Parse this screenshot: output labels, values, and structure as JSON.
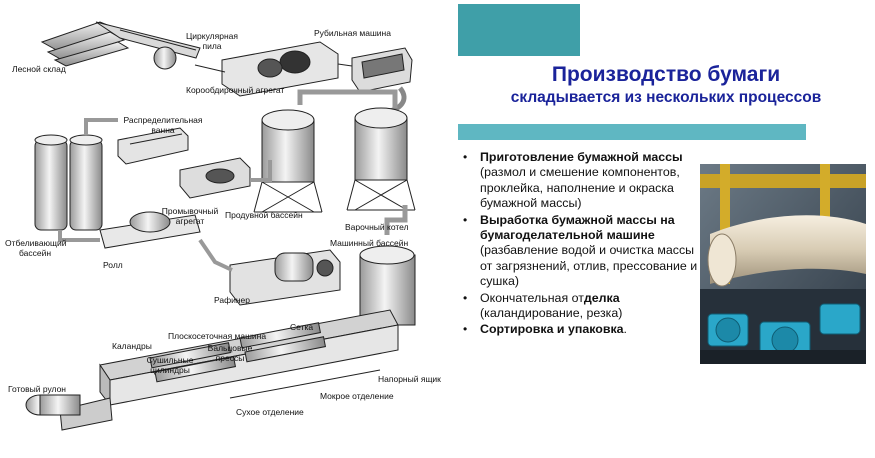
{
  "title": {
    "line1": "Производство бумаги",
    "line2": "складывается из нескольких процессов"
  },
  "steps": [
    {
      "bold": "Приготовление бумажной массы",
      "text": " (размол и смешение компонентов, проклейка, наполнение и окраска бумажной массы)"
    },
    {
      "bold": "Выработка бумажной массы на бумагоделательной машине",
      "text": " (разбавление водой и очистка массы от загрязнений, отлив, прессование и сушка)"
    },
    {
      "bold": "",
      "text": "Окончательная от",
      "bold2": "делка",
      "text2": " (каландирование, резка)"
    },
    {
      "bold": "Сортировка и упаковка",
      "text": "."
    }
  ],
  "diagram_labels": {
    "les_sklad": "Лесной склад",
    "pila": "Циркулярная пила",
    "korooboir": "Корообдирочный агрегат",
    "rubilnaya": "Рубильная машина",
    "raspr_vanna": "Распределительная ванна",
    "otbel": "Отбеливающий бассейн",
    "promyv": "Промывочный агрегат",
    "produv": "Продувной бассейн",
    "varochny": "Варочный котел",
    "roll": "Ролл",
    "mash_bass": "Машинный бассейн",
    "rafiner": "Рафинер",
    "ploskoset": "Плоскосеточная машина",
    "kalandry": "Каландры",
    "vals_pressy": "Вальцовые прессы",
    "setka": "Сетка",
    "sush_cil": "Сушильные цилиндры",
    "gotov_rulon": "Готовый рулон",
    "napor": "Напорный ящик",
    "mokroe": "Мокрое отделение",
    "suhoe": "Сухое отделение"
  },
  "colors": {
    "title": "#1a239a",
    "teal_box": "#3f9fa8",
    "teal_bar": "#5fb7c2"
  }
}
